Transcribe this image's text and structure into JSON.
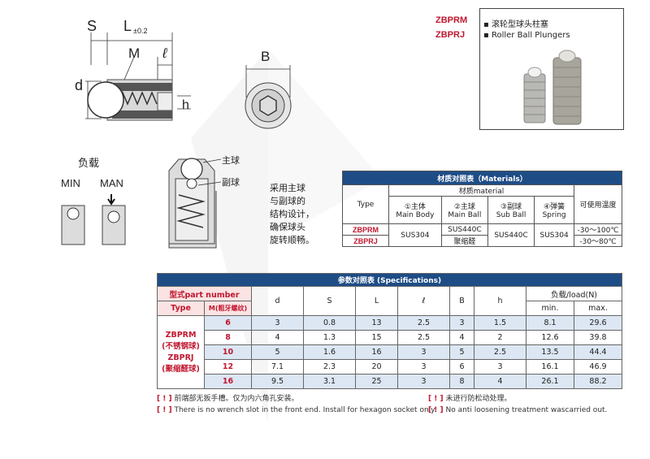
{
  "product": {
    "code_rm": "ZBPRM",
    "code_rj": "ZBPRJ",
    "name_cn": "▪ 滚轮型球头柱塞",
    "name_en": "▪ Roller Ball Plungers"
  },
  "drawing": {
    "S": "S",
    "L": "L",
    "L_tol": "±0.2",
    "M": "M",
    "ell": "ℓ",
    "d": "d",
    "h": "h",
    "B": "B"
  },
  "load_diagram": {
    "title": "负载",
    "min": "MIN",
    "max": "MAN",
    "main_ball": "主球",
    "sub_ball": "副球",
    "description": [
      "采用主球",
      "与副球的",
      "结构设计，",
      "确保球头",
      "旋转顺畅。"
    ]
  },
  "materials": {
    "title": "材质对照表（Materials）",
    "type_header": "Type",
    "material_header": "材质material",
    "temp_header": "可使用温度",
    "columns": [
      {
        "cn": "①主体",
        "en": "Main Body"
      },
      {
        "cn": "②主球",
        "en": "Main Ball"
      },
      {
        "cn": "③副球",
        "en": "Sub Ball"
      },
      {
        "cn": "④弹簧",
        "en": "Spring"
      }
    ],
    "rows": [
      {
        "type": "ZBPRM",
        "main_body": "SUS304",
        "main_ball": "SUS440C",
        "sub_ball": "SUS440C",
        "spring": "SUS304",
        "temp": "-30～100℃"
      },
      {
        "type": "ZBPRJ",
        "main_ball": "聚缩醛",
        "temp": "-30～80℃"
      }
    ]
  },
  "specs": {
    "title": "参数对照表 (Specifications)",
    "part_number_header": "型式part number",
    "type_header": "Type",
    "m_header": "M(粗牙螺纹)",
    "load_header": "负载/load(N)",
    "min_header": "min.",
    "max_header": "max.",
    "col_headers": [
      "d",
      "S",
      "L",
      "ℓ",
      "B",
      "h"
    ],
    "type_labels": [
      "ZBPRM",
      "(不锈钢球)",
      "ZBPRJ",
      "(聚缩醛球)"
    ],
    "rows": [
      {
        "m": "6",
        "d": "3",
        "s": "0.8",
        "l": "13",
        "ell": "2.5",
        "b": "3",
        "h": "1.5",
        "min": "8.1",
        "max": "29.6"
      },
      {
        "m": "8",
        "d": "4",
        "s": "1.3",
        "l": "15",
        "ell": "2.5",
        "b": "4",
        "h": "2",
        "min": "12.6",
        "max": "39.8"
      },
      {
        "m": "10",
        "d": "5",
        "s": "1.6",
        "l": "16",
        "ell": "3",
        "b": "5",
        "h": "2.5",
        "min": "13.5",
        "max": "44.4"
      },
      {
        "m": "12",
        "d": "7.1",
        "s": "2.3",
        "l": "20",
        "ell": "3",
        "b": "6",
        "h": "3",
        "min": "16.1",
        "max": "46.9"
      },
      {
        "m": "16",
        "d": "9.5",
        "s": "3.1",
        "l": "25",
        "ell": "3",
        "b": "8",
        "h": "4",
        "min": "26.1",
        "max": "88.2"
      }
    ]
  },
  "notes": {
    "mark": "[ ! ]",
    "n1_cn": "前端部无扳手槽。仅为内六角孔安装。",
    "n2_cn": "未进行防松动处理。",
    "n1_en": "There is no wrench slot in the front end. Install for hexagon socket only.",
    "n2_en": "No anti loosening treatment wascarried out."
  },
  "colors": {
    "header_blue": "#1e4d86",
    "accent_red": "#c0172f",
    "row_alt": "#dce7f3"
  }
}
